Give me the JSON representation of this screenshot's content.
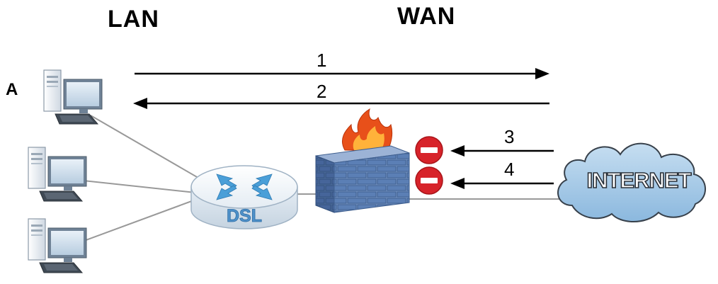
{
  "zones": {
    "lan": "LAN",
    "wan": "WAN"
  },
  "computer_a_label": "A",
  "arrows": [
    {
      "number": "1",
      "direction": "right"
    },
    {
      "number": "2",
      "direction": "left"
    },
    {
      "number": "3",
      "direction": "left",
      "blocked": true
    },
    {
      "number": "4",
      "direction": "left",
      "blocked": true
    }
  ],
  "router": {
    "label": "DSL",
    "icon": "router-icon"
  },
  "firewall": {
    "icon": "firewall-icon"
  },
  "internet": {
    "label": "INTERNET",
    "icon": "cloud-icon"
  },
  "blocked_icon": "no-entry-icon",
  "colors": {
    "arrow": "#000000",
    "connector": "#999999",
    "blocked": "#d7232a",
    "cloud_fill": "#9fc6e4",
    "brick": "#5b7fb5",
    "router_arrow": "#4a9fd8",
    "flame": "#e8501a"
  }
}
